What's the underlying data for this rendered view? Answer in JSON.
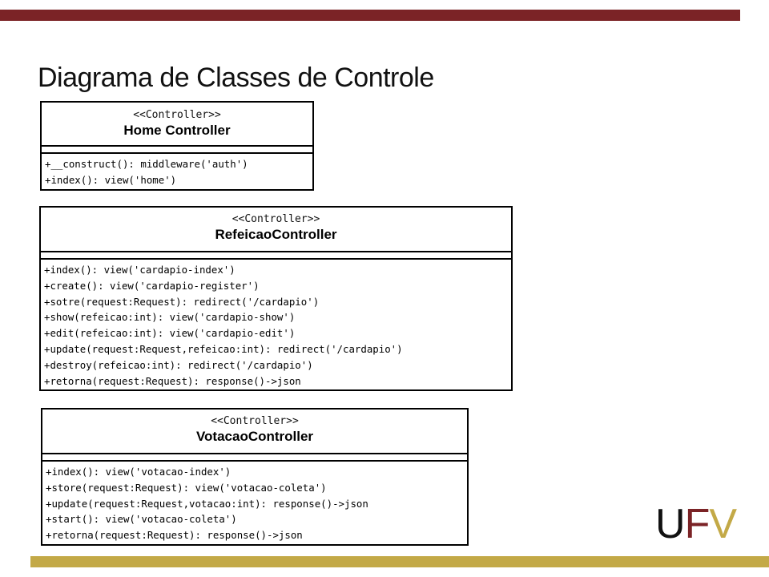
{
  "title": "Diagrama de Classes de Controle",
  "colors": {
    "top_bar": "#7b2326",
    "bottom_bar": "#c3a947",
    "logo_u": "#111111",
    "logo_f": "#7b2326",
    "logo_v": "#c3a947"
  },
  "logo": {
    "text": "UFV",
    "letters": [
      "U",
      "F",
      "V"
    ]
  },
  "classes": [
    {
      "stereotype": "<<Controller>>",
      "name": "Home Controller",
      "methods": [
        "+__construct(): middleware('auth')",
        "+index(): view('home')"
      ]
    },
    {
      "stereotype": "<<Controller>>",
      "name": "RefeicaoController",
      "methods": [
        "+index(): view('cardapio-index')",
        "+create(): view('cardapio-register')",
        "+sotre(request:Request): redirect('/cardapio')",
        "+show(refeicao:int): view('cardapio-show')",
        "+edit(refeicao:int): view('cardapio-edit')",
        "+update(request:Request,refeicao:int): redirect('/cardapio')",
        "+destroy(refeicao:int): redirect('/cardapio')",
        "+retorna(request:Request): response()->json"
      ]
    },
    {
      "stereotype": "<<Controller>>",
      "name": "VotacaoController",
      "methods": [
        "+index(): view('votacao-index')",
        "+store(request:Request): view('votacao-coleta')",
        "+update(request:Request,votacao:int): response()->json",
        "+start(): view('votacao-coleta')",
        "+retorna(request:Request): response()->json"
      ]
    }
  ]
}
